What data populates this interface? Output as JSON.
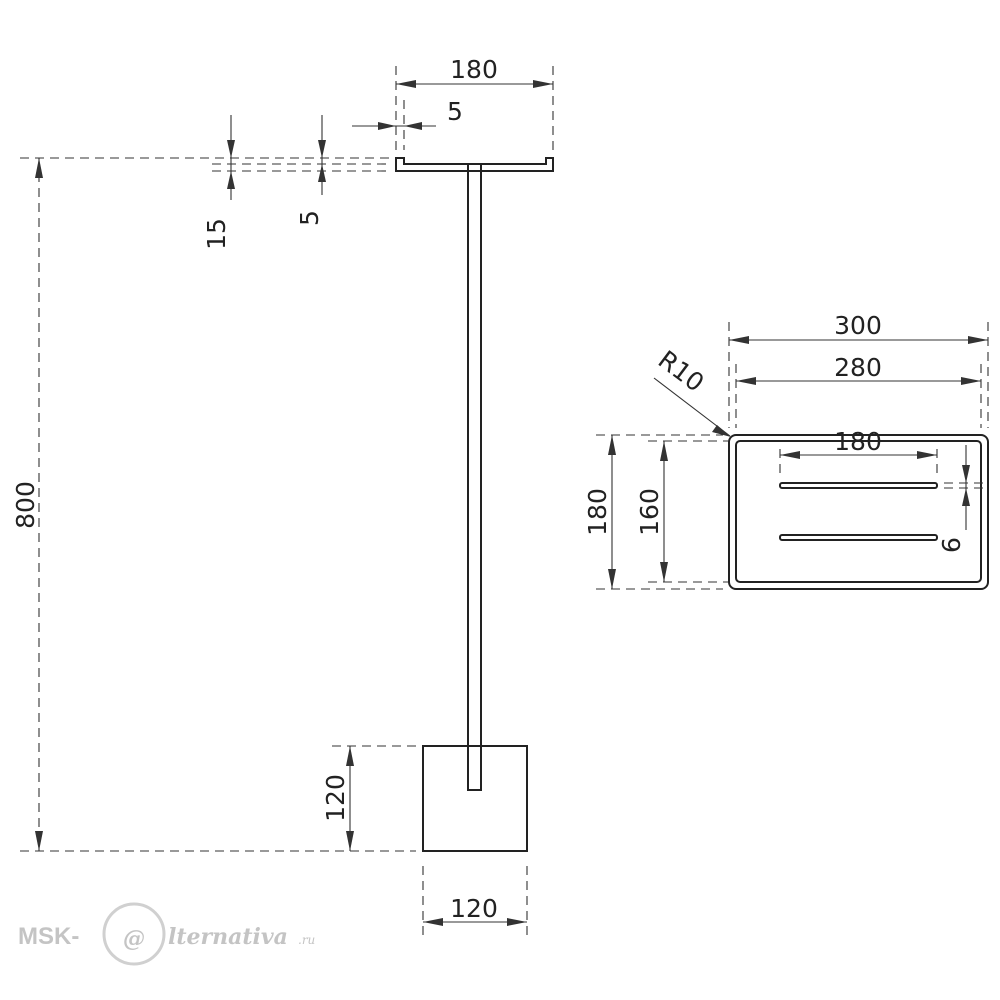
{
  "drawing": {
    "side_view": {
      "dim_tray_width": "180",
      "dim_lip": "5",
      "dim_tray_height": "15",
      "dim_tray_thickness": "5",
      "dim_total_height": "800",
      "dim_base_height": "120",
      "dim_base_width": "120"
    },
    "top_view": {
      "dim_outer_width": "300",
      "dim_inner_width": "280",
      "dim_radius": "R10",
      "dim_slot_length": "180",
      "dim_outer_depth": "180",
      "dim_inner_depth": "160",
      "dim_slot_width": "6"
    }
  },
  "watermark": {
    "prefix": "MSK-",
    "at": "@",
    "word": "lternativa",
    "suffix": ".ru"
  }
}
